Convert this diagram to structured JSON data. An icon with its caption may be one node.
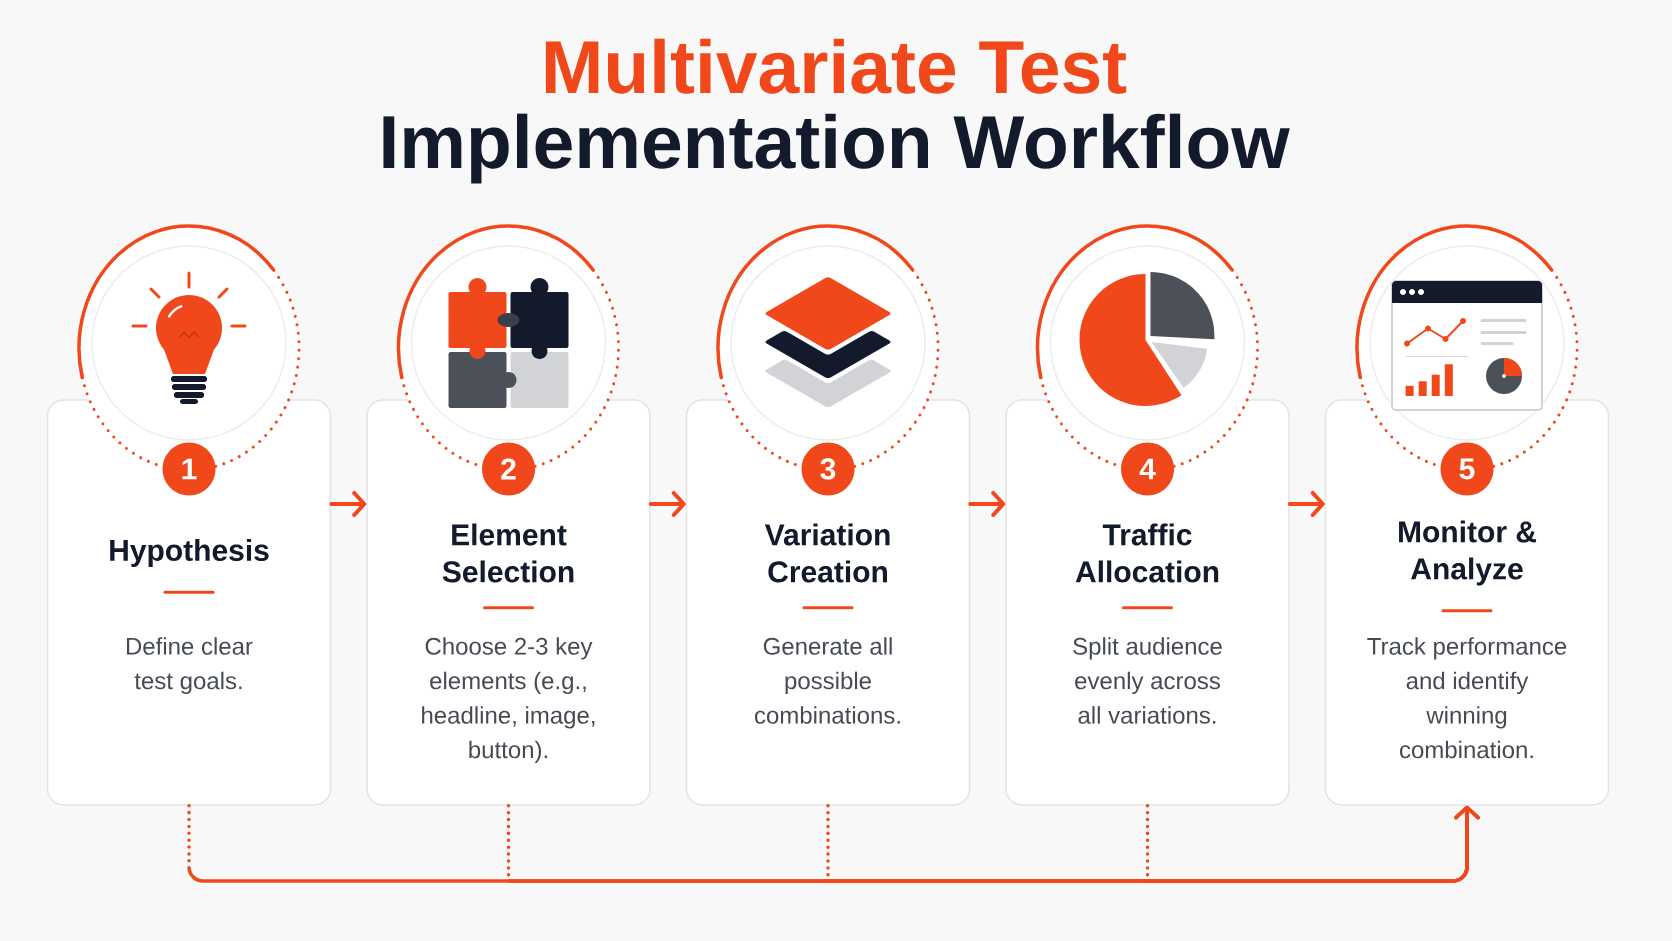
{
  "diagram": {
    "title": "Multivariate Test",
    "nodes": [
      {
        "text": [
          "Hypothesis",
          "Define clear test goals."
        ]
      },
      {
        "text": [
          "1"
        ],
        "in": 0
      },
      {
        "text": [
          "Element Selection",
          "Choose 2-3 key elements (e.g., headline, image, button)."
        ]
      },
      {
        "text": [
          "2"
        ],
        "in": 2
      },
      {
        "text": [
          "Variation Creation",
          "Generate all possible combinations."
        ]
      },
      {
        "text": [
          "3"
        ],
        "in": 4
      },
      {
        "text": [
          "Traffic Allocation",
          "Split audience evenly across all variations."
        ]
      },
      {
        "text": [
          "4"
        ],
        "in": 6
      },
      {
        "text": [
          "Monitor & Analyze",
          "Track performance and identify winning combination."
        ]
      },
      {
        "text": [
          "5"
        ],
        "in": 8
      }
    ],
    "edges": [
      {
        "from": 0,
        "to": 2,
        "arrow": "to"
      },
      {
        "from": 2,
        "to": 4,
        "arrow": "to"
      },
      {
        "from": 4,
        "to": 6,
        "arrow": "to"
      },
      {
        "from": 6,
        "to": 8,
        "arrow": "to"
      },
      {
        "from": 0,
        "to": 8,
        "arrow": "to",
        "style": "dashed"
      },
      {
        "from": 2,
        "to": 8,
        "arrow": "to",
        "style": "dashed"
      },
      {
        "from": 4,
        "to": 8,
        "arrow": "to",
        "style": "dashed"
      },
      {
        "from": 6,
        "to": 8,
        "arrow": "to",
        "style": "dashed"
      }
    ],
    "labels": [
      "Implementation Workflow"
    ]
  }
}
